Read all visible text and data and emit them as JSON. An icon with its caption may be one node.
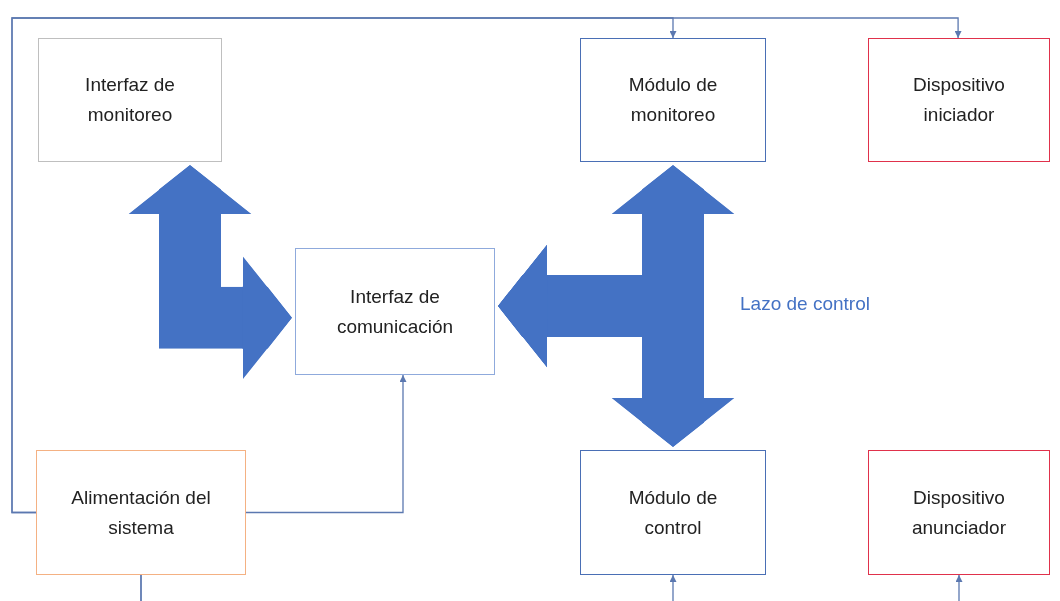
{
  "diagram": {
    "nodes": [
      {
        "text": [
          "Interfaz de monitoreo"
        ]
      },
      {
        "text": [
          "Interfaz de comunicación"
        ]
      },
      {
        "text": [
          "Alimentación del sistema"
        ]
      },
      {
        "text": [
          "Módulo de monitoreo"
        ]
      },
      {
        "text": [
          "Dispositivo iniciador"
        ]
      },
      {
        "text": [
          "Módulo de control"
        ]
      },
      {
        "text": [
          "Dispositivo anunciador"
        ]
      }
    ],
    "edges": [
      {
        "from": 0,
        "to": 1,
        "arrow": "both",
        "style": "thick"
      },
      {
        "from": 3,
        "to": 5,
        "arrow": "both",
        "style": "thick"
      },
      {
        "from": 3,
        "to": 1,
        "arrow": "to",
        "style": "thick"
      },
      {
        "from": 5,
        "to": 1,
        "arrow": "to",
        "style": "thick"
      },
      {
        "from": 2,
        "to": 1,
        "arrow": "to"
      },
      {
        "from": 2,
        "to": 3,
        "arrow": "to"
      },
      {
        "from": 2,
        "to": 4,
        "arrow": "to"
      },
      {
        "from": 2,
        "to": 5,
        "arrow": "to"
      },
      {
        "from": 2,
        "to": 6,
        "arrow": "to"
      }
    ],
    "labels": [
      "Lazo de control"
    ]
  }
}
